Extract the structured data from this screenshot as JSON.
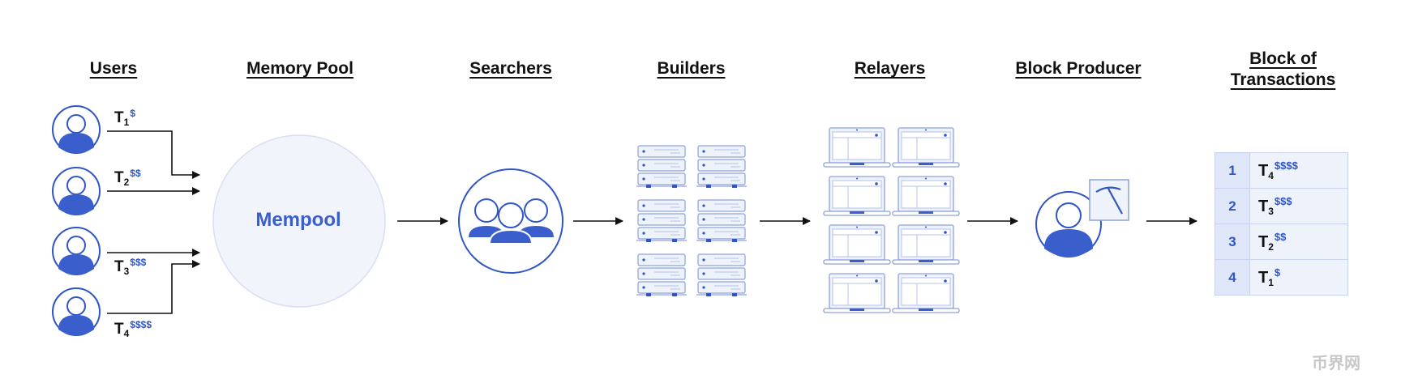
{
  "headers": {
    "users": "Users",
    "memory_pool": "Memory Pool",
    "searchers": "Searchers",
    "builders": "Builders",
    "relayers": "Relayers",
    "block_producer": "Block Producer",
    "block_of_transactions_line1": "Block of",
    "block_of_transactions_line2": "Transactions"
  },
  "transactions": [
    {
      "t": "T",
      "sub": "1",
      "sup": "$"
    },
    {
      "t": "T",
      "sub": "2",
      "sup": "$$"
    },
    {
      "t": "T",
      "sub": "3",
      "sup": "$$$"
    },
    {
      "t": "T",
      "sub": "4",
      "sup": "$$$$"
    }
  ],
  "mempool_label": "Mempool",
  "block_rows": [
    {
      "num": "1",
      "t": "T",
      "sub": "4",
      "sup": "$$$$"
    },
    {
      "num": "2",
      "t": "T",
      "sub": "3",
      "sup": "$$$"
    },
    {
      "num": "3",
      "t": "T",
      "sub": "2",
      "sup": "$$"
    },
    {
      "num": "4",
      "t": "T",
      "sub": "1",
      "sup": "$"
    }
  ],
  "watermark": "币界网",
  "colors": {
    "accent": "#3a5fcd",
    "light_fill": "#eef2fb",
    "stroke": "#2f55c7",
    "mempool_fill": "#f1f4fb"
  }
}
